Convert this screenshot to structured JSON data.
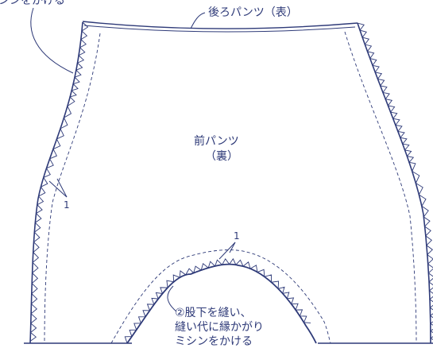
{
  "labels": {
    "top_left_partial": "シンをかける",
    "back_pants": "後ろパンツ（表）",
    "front_pants_line1": "前パンツ",
    "front_pants_line2": "（裏）",
    "marker_left": "1",
    "marker_crotch": "1",
    "step_line1": "②股下を縫い、",
    "step_line2": "縫い代に縁かがり",
    "step_line3": "ミシンをかける"
  },
  "colors": {
    "line": "#2e3a78",
    "background": "#ffffff"
  }
}
